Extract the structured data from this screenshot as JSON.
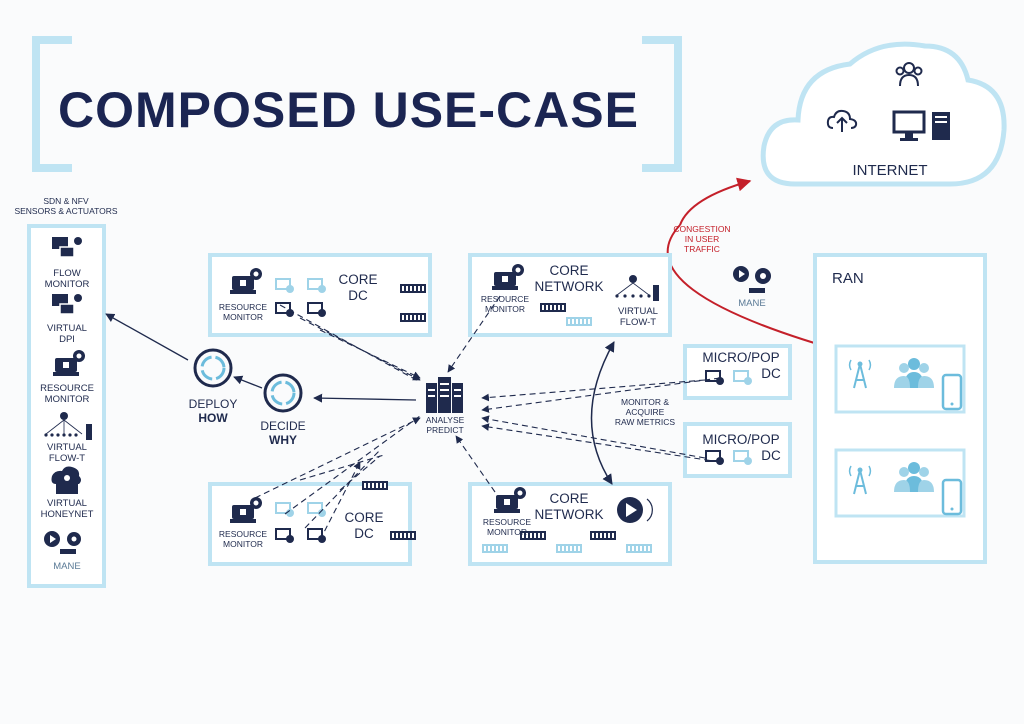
{
  "title": "COMPOSED USE-CASE",
  "internet": {
    "label": "INTERNET",
    "icons": [
      "users-icon",
      "cloud-upload-icon",
      "desktop-icon",
      "server-tower-icon"
    ]
  },
  "congestion": {
    "line1": "CONGESTION",
    "line2": "IN USER",
    "line3": "TRAFFIC"
  },
  "sidebar": {
    "heading_line1": "SDN & NFV",
    "heading_line2": "SENSORS & ACTUATORS",
    "items": [
      {
        "line1": "FLOW",
        "line2": "MONITOR"
      },
      {
        "line1": "VIRTUAL",
        "line2": "DPI"
      },
      {
        "line1": "RESOURCE",
        "line2": "MONITOR"
      },
      {
        "line1": "VIRTUAL",
        "line2": "FLOW-T"
      },
      {
        "line1": "VIRTUAL",
        "line2": "HONEYNET"
      },
      {
        "line1": "MANE",
        "line2": ""
      }
    ]
  },
  "deploy": {
    "line1": "DEPLOY",
    "line2": "HOW"
  },
  "decide": {
    "line1": "DECIDE",
    "line2": "WHY"
  },
  "analyse": {
    "line1": "ANALYSE",
    "line2": "PREDICT"
  },
  "core_dc_top": {
    "line1": "CORE",
    "line2": "DC",
    "rm1": "RESOURCE",
    "rm2": "MONITOR"
  },
  "core_dc_bottom": {
    "line1": "CORE",
    "line2": "DC",
    "rm1": "RESOURCE",
    "rm2": "MONITOR"
  },
  "core_network_top": {
    "line1": "CORE",
    "line2": "NETWORK",
    "rm1": "RESOURCE",
    "rm2": "MONITOR",
    "vf1": "VIRTUAL",
    "vf2": "FLOW-T"
  },
  "core_network_bottom": {
    "line1": "CORE",
    "line2": "NETWORK",
    "rm1": "RESOURCE",
    "rm2": "MONITOR"
  },
  "mane": "MANE",
  "micropop_top": {
    "line1": "MICRO/POP",
    "line2": "DC"
  },
  "micropop_bottom": {
    "line1": "MICRO/POP",
    "line2": "DC"
  },
  "monitor_acquire": {
    "line1": "MONITOR &",
    "line2": "ACQUIRE",
    "line3": "RAW METRICS"
  },
  "ran": "RAN"
}
